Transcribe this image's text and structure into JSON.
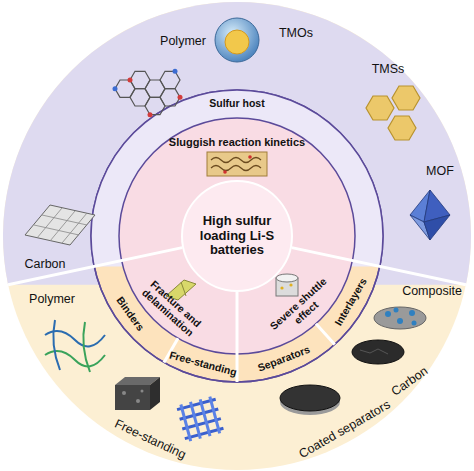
{
  "diagram": {
    "nodes": [
      {
        "text": [
          "High sulfur loading Li-S batteries"
        ]
      },
      {
        "text": [
          "Sluggish reaction kinetics"
        ]
      },
      {
        "text": [
          "Fracture and delamination"
        ]
      },
      {
        "text": [
          "Severe shuttle effect"
        ]
      }
    ],
    "labels": [
      "Polymer",
      "TMOs",
      "TMSs",
      "Sulfur host",
      "Carbon",
      "MOF",
      "Binders",
      "Interlayers",
      "Polymer",
      "Composite",
      "Free-standing",
      "Separators",
      "Carbon",
      "Free-standing",
      "Coated separators"
    ]
  }
}
